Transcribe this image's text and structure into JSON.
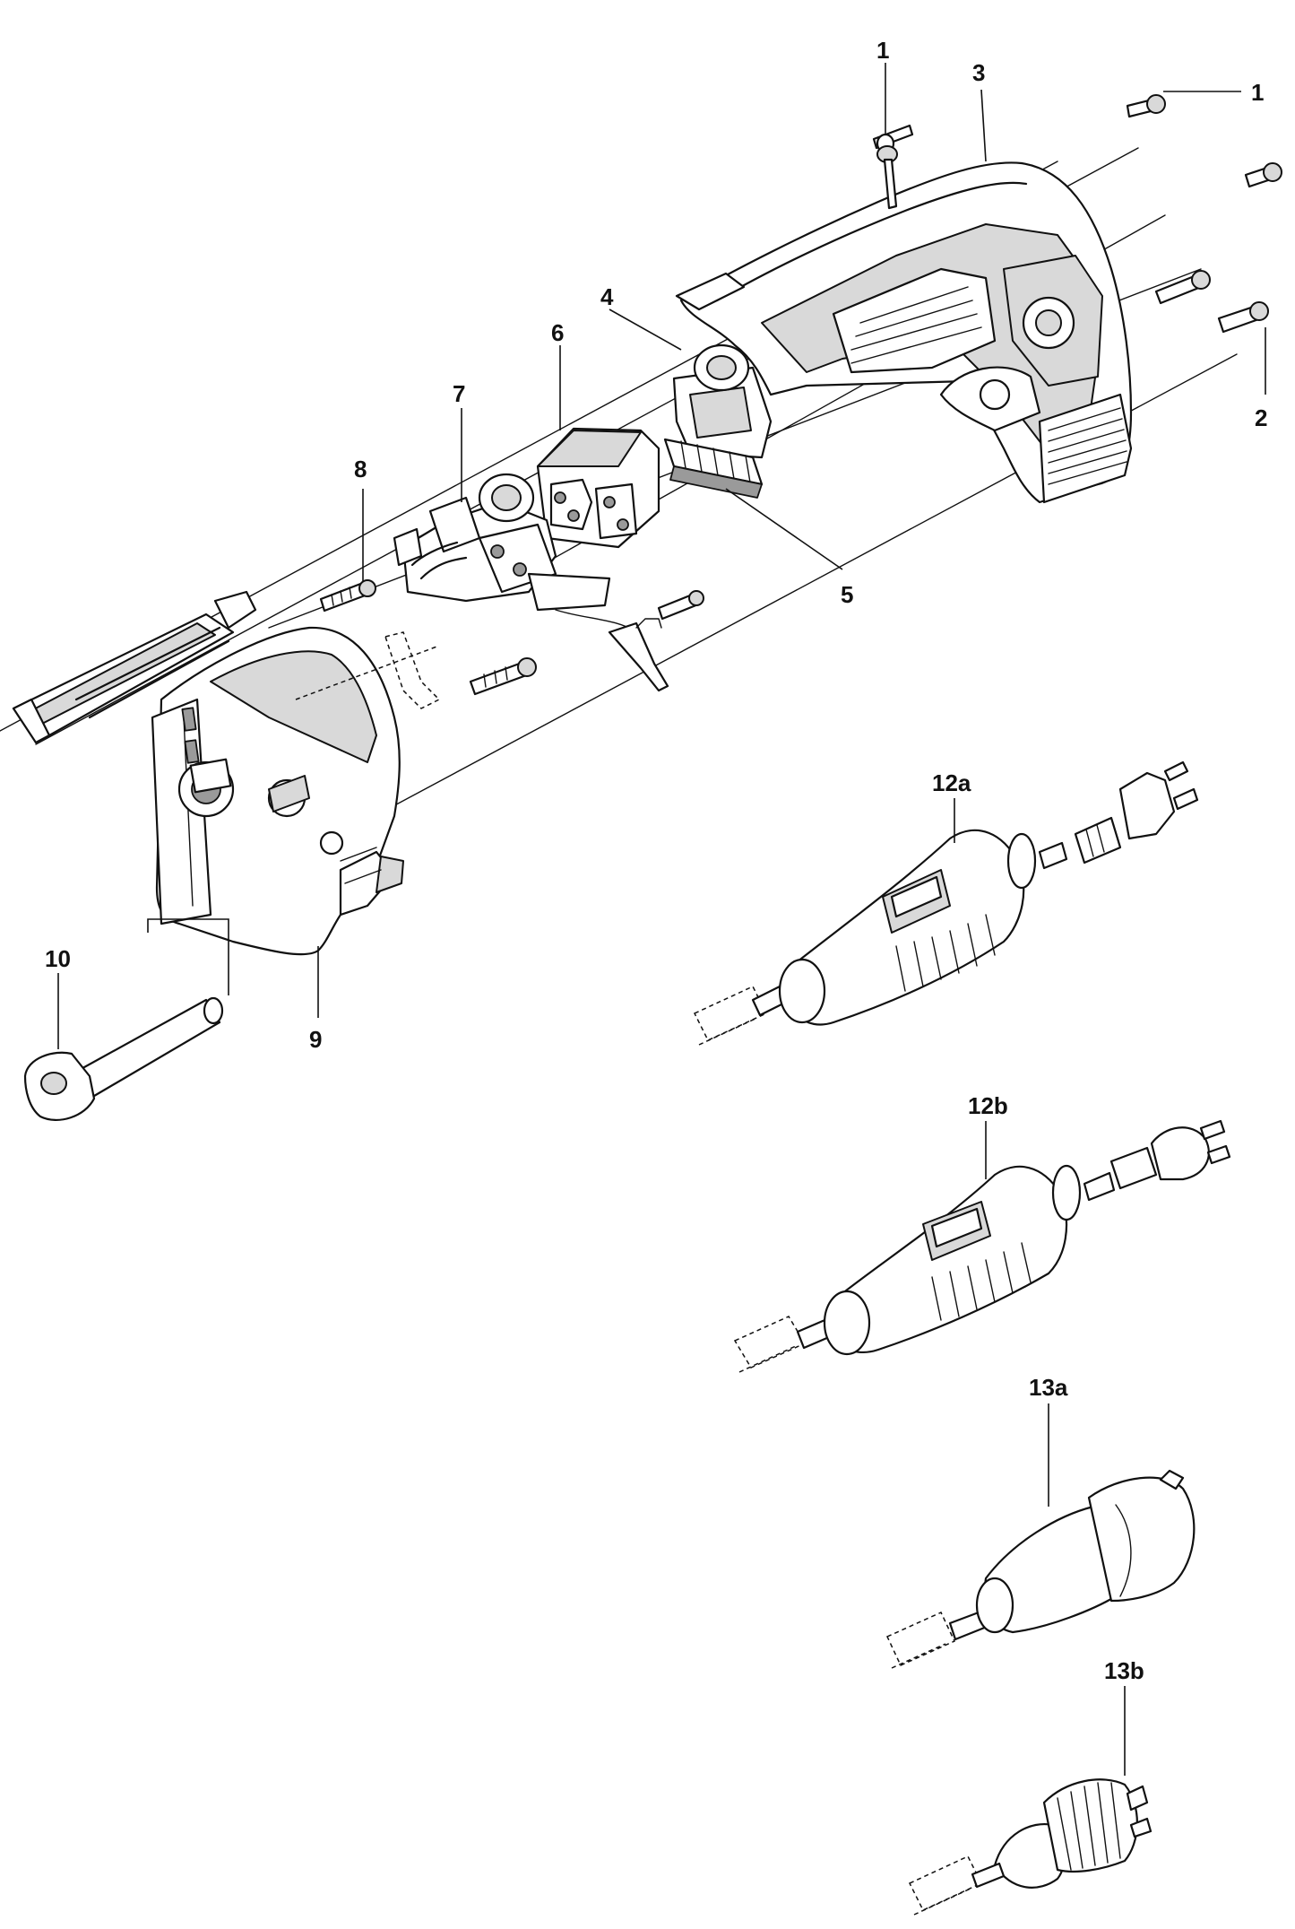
{
  "labels": {
    "screw_top": "1",
    "screw_right": "1",
    "screw_lower_right": "2",
    "top_housing": "3",
    "bracket": "4",
    "terminal_block": "5",
    "switch": "6",
    "capacitor_assembly": "7",
    "screw_left": "8",
    "end_housing": "9",
    "handle_tube": "10",
    "prcd_a": "12a",
    "prcd_b": "12b",
    "plug_a": "13a",
    "plug_b": "13b"
  }
}
